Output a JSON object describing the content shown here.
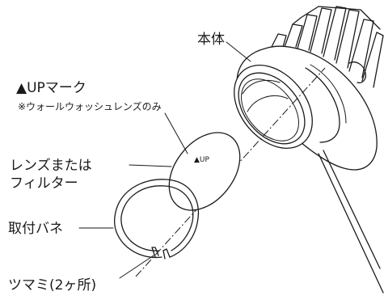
{
  "labels": {
    "body": "本体",
    "up_mark": "▲UPマーク",
    "up_mark_note": "※ウォールウォッシュレンズのみ",
    "lens_line1": "レンズまたは",
    "lens_line2": "フィルター",
    "spring": "取付バネ",
    "tabs": "ツマミ(2ヶ所)",
    "lens_marking": "▲UP"
  }
}
